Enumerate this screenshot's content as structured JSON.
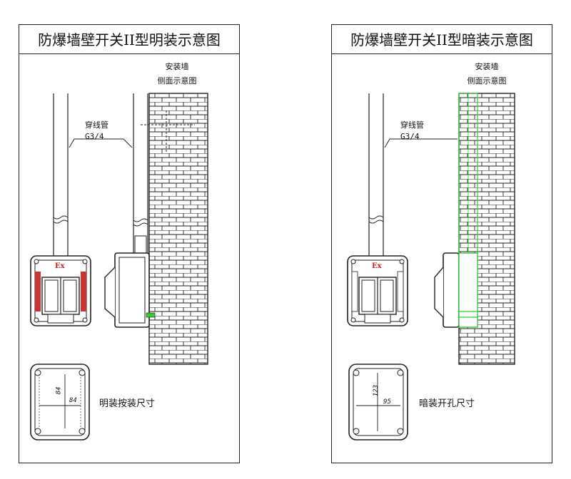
{
  "left_panel": {
    "title": "防爆墙壁开关II型明装示意图",
    "side_view_title_line1": "安装墙",
    "side_view_title_line2": "侧面示意图",
    "conduit_label_line1": "穿线管",
    "conduit_label_line2": "G3/4",
    "box_marking": "Ex",
    "dim_height": "84",
    "dim_width": "84",
    "caption": "明装按装尺寸"
  },
  "right_panel": {
    "title": "防爆墙壁开关II型暗装示意图",
    "side_view_title_line1": "安装墙",
    "side_view_title_line2": "侧面示意图",
    "conduit_label_line1": "穿线管",
    "conduit_label_line2": "G3/4",
    "box_marking": "Ex",
    "dim_height": "123",
    "dim_width": "95",
    "caption": "暗装开孔尺寸"
  },
  "colors": {
    "line": "#222222",
    "brick_fill": "#ffffff",
    "marking_red": "#b22222",
    "highlight_green": "#33cc33"
  }
}
